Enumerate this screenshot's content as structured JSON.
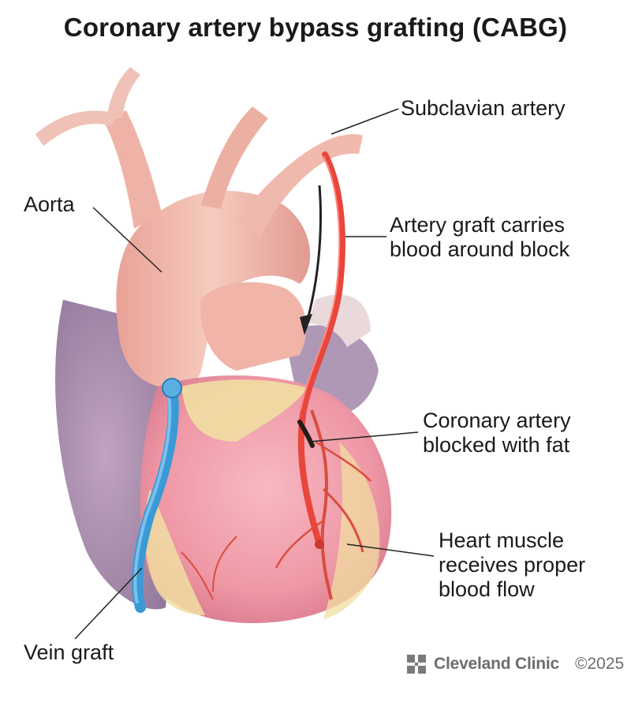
{
  "title": "Coronary artery bypass grafting (CABG)",
  "labels": {
    "subclavian": "Subclavian artery",
    "aorta": "Aorta",
    "artery_graft": [
      "Artery graft carries",
      "blood around block"
    ],
    "coronary": [
      "Coronary artery",
      "blocked with fat"
    ],
    "muscle": [
      "Heart muscle",
      "receives proper",
      "blood flow"
    ],
    "vein": "Vein graft"
  },
  "brand": {
    "name": "Cleveland Clinic",
    "copyright": "©2025"
  },
  "colors": {
    "artery_graft": "#e8463c",
    "vein_graft": "#3a9ad6",
    "heart_muscle": "#f3a9b3",
    "fat": "#f1dea2",
    "aorta": "#f1b8ac",
    "shadow": "#8f6a94"
  }
}
